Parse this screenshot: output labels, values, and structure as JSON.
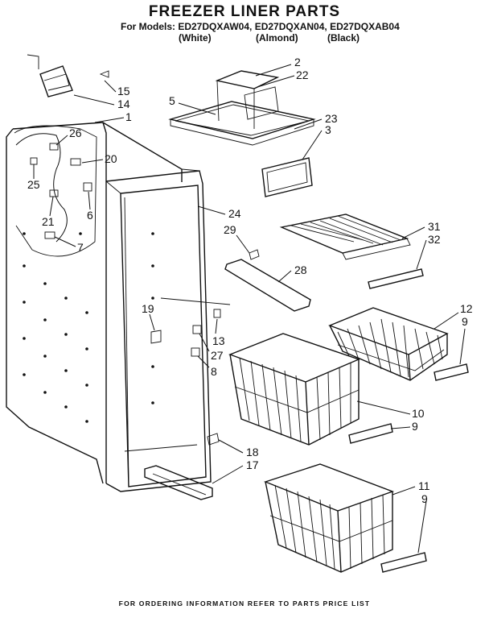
{
  "title": "FREEZER LINER PARTS",
  "models_line": "For Models: ED27DQXAW04, ED27DQXAN04, ED27DQXAB04",
  "variants": [
    "(White)",
    "(Almond)",
    "(Black)"
  ],
  "footer": "FOR ORDERING INFORMATION REFER TO PARTS PRICE LIST",
  "callouts": [
    {
      "id": "c2",
      "text": "2"
    },
    {
      "id": "c22",
      "text": "22"
    },
    {
      "id": "c5",
      "text": "5"
    },
    {
      "id": "c23",
      "text": "23"
    },
    {
      "id": "c3",
      "text": "3"
    },
    {
      "id": "c15",
      "text": "15"
    },
    {
      "id": "c14",
      "text": "14"
    },
    {
      "id": "c1",
      "text": "1"
    },
    {
      "id": "c26",
      "text": "26"
    },
    {
      "id": "c20",
      "text": "20"
    },
    {
      "id": "c25",
      "text": "25"
    },
    {
      "id": "c21",
      "text": "21"
    },
    {
      "id": "c6",
      "text": "6"
    },
    {
      "id": "c7",
      "text": "7"
    },
    {
      "id": "c24",
      "text": "24"
    },
    {
      "id": "c31",
      "text": "31"
    },
    {
      "id": "c32",
      "text": "32"
    },
    {
      "id": "c29",
      "text": "29"
    },
    {
      "id": "c28",
      "text": "28"
    },
    {
      "id": "c19",
      "text": "19"
    },
    {
      "id": "c13",
      "text": "13"
    },
    {
      "id": "c27",
      "text": "27"
    },
    {
      "id": "c8",
      "text": "8"
    },
    {
      "id": "c12",
      "text": "12"
    },
    {
      "id": "c9a",
      "text": "9"
    },
    {
      "id": "c10",
      "text": "10"
    },
    {
      "id": "c9b",
      "text": "9"
    },
    {
      "id": "c18",
      "text": "18"
    },
    {
      "id": "c17",
      "text": "17"
    },
    {
      "id": "c11",
      "text": "11"
    },
    {
      "id": "c9c",
      "text": "9"
    }
  ]
}
